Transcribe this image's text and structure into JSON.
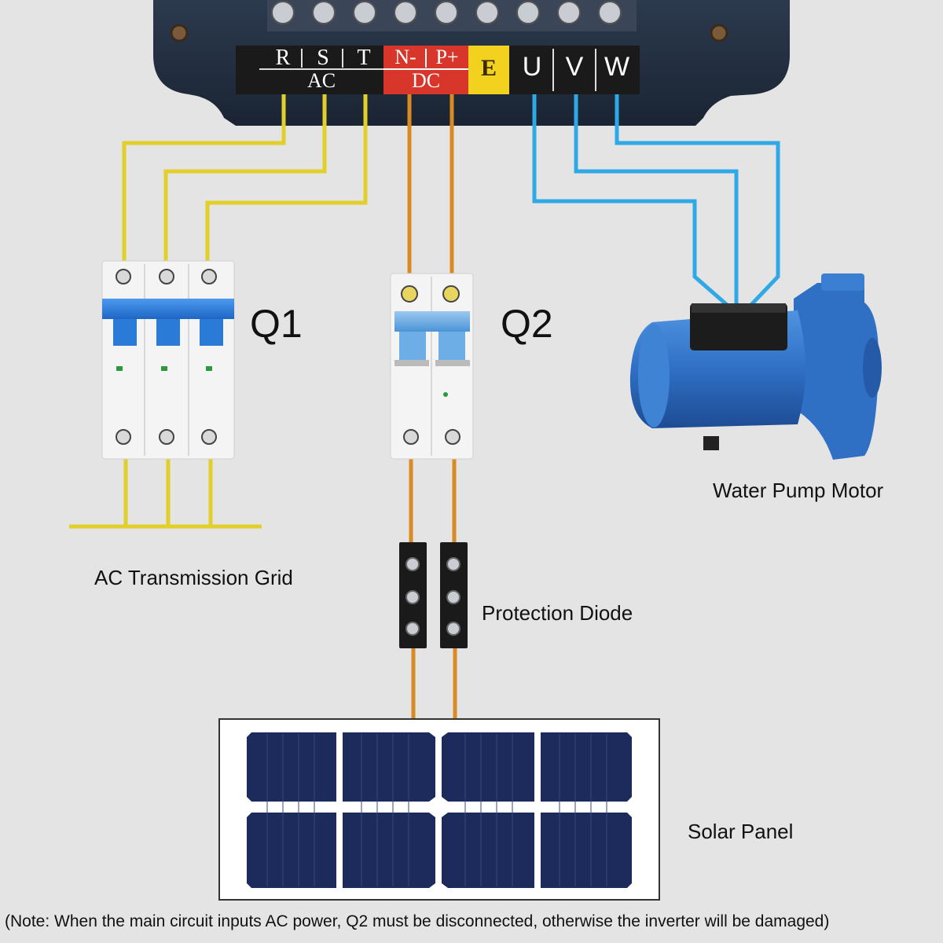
{
  "terminals": {
    "ac": [
      "R",
      "S",
      "T"
    ],
    "ac_label": "AC",
    "dc": [
      "N-",
      "P+"
    ],
    "dc_label": "DC",
    "ground": "E",
    "motor": [
      "U",
      "V",
      "W"
    ]
  },
  "labels": {
    "q1": "Q1",
    "q2": "Q2",
    "pump": "Water Pump Motor",
    "grid": "AC Transmission Grid",
    "diode": "Protection Diode",
    "solar": "Solar Panel"
  },
  "note": "(Note: When the main circuit inputs AC power, Q2 must be disconnected, otherwise the inverter will be damaged)",
  "colors": {
    "ac_wire": "#e2cf2a",
    "dc_wire": "#d98a23",
    "motor_wire": "#2fa8e6",
    "terminal_block": "#1a1a1a",
    "dc_terminal": "#d8362a",
    "ground_terminal": "#f2d21f",
    "breaker_handle": "#2a7ad8",
    "pump_body": "#2f6fc4",
    "solar_cell": "#1d2a5c"
  }
}
